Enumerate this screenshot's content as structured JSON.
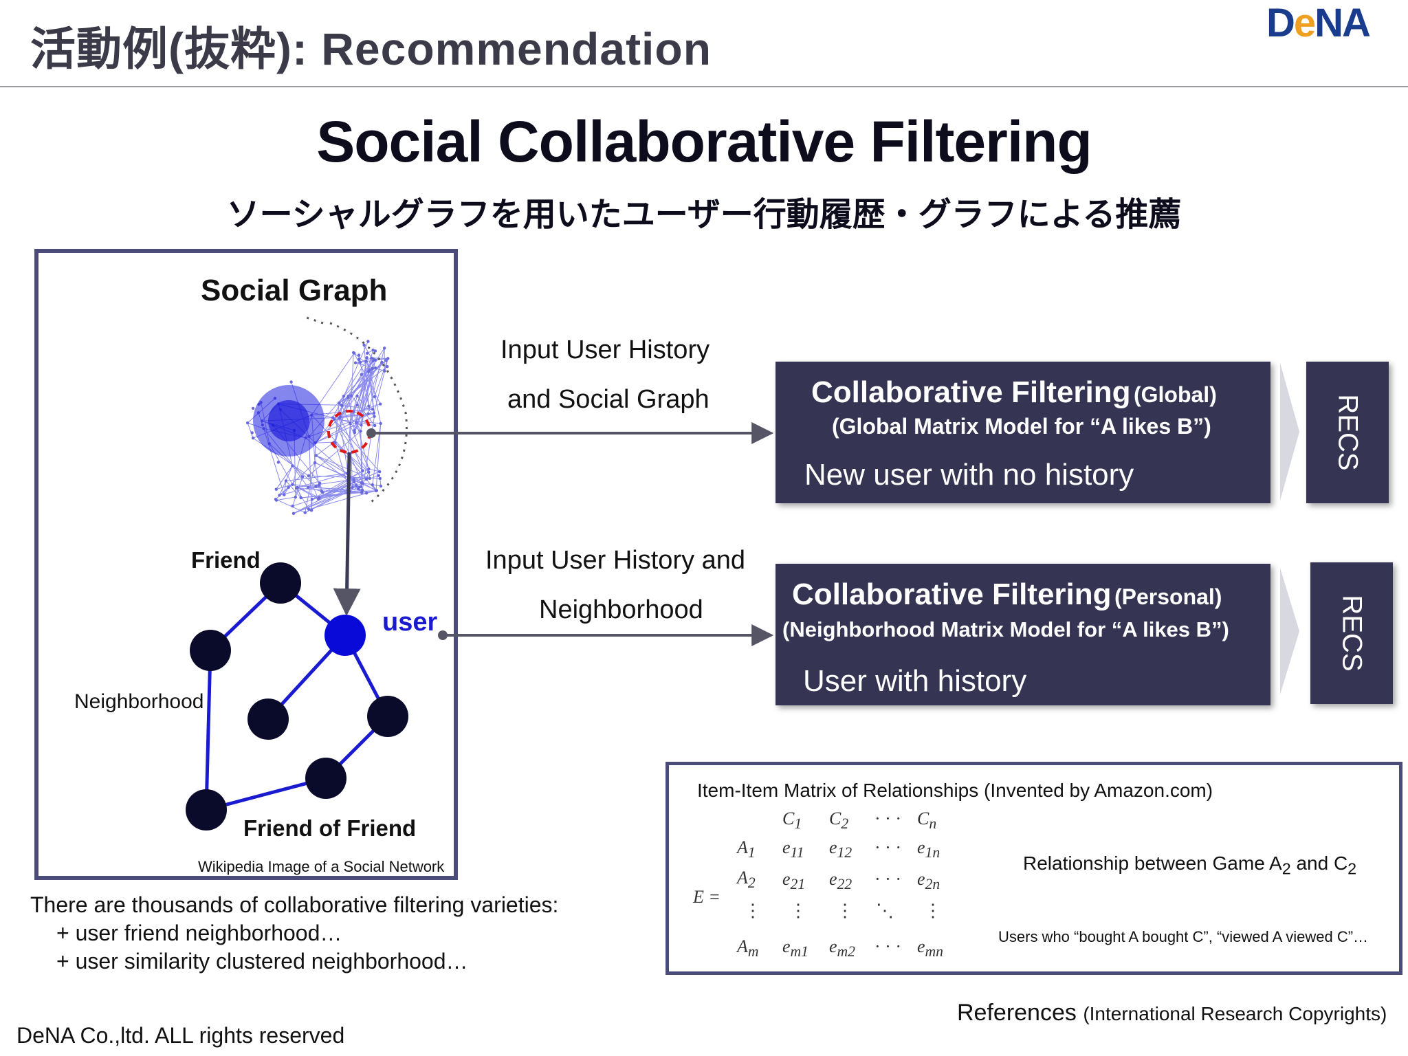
{
  "header": {
    "title": "活動例(抜粋): Recommendation",
    "logo_pre": "D",
    "logo_e": "e",
    "logo_post": "NA",
    "logo_color": "#1a3c8c",
    "logo_accent": "#f0a020"
  },
  "main_title": "Social Collaborative Filtering",
  "subtitle": "ソーシャルグラフを用いたユーザー行動履歴・グラフによる推薦",
  "social_panel": {
    "title": "Social Graph",
    "friend_label": "Friend",
    "user_label": "user",
    "neighborhood_label": "Neighborhood",
    "fof_label": "Friend of Friend",
    "caption": "Wikipedia Image of a Social Network"
  },
  "flow": {
    "input1_line1": "Input User History",
    "input1_line2": "and Social Graph",
    "input2_line1": "Input User History and",
    "input2_line2": "Neighborhood"
  },
  "cf_global": {
    "title": "Collaborative Filtering",
    "tag": "(Global)",
    "subtitle": "(Global Matrix Model for “A likes B”)",
    "desc": "New user with no history",
    "recs": "RECS"
  },
  "cf_personal": {
    "title": "Collaborative Filtering",
    "tag": "(Personal)",
    "subtitle": "(Neighborhood Matrix Model for “A likes B”)",
    "desc": "User with history",
    "recs": "RECS"
  },
  "matrix": {
    "title": "Item-Item Matrix of Relationships (Invented by Amazon.com)",
    "relationship_pre": "Relationship between Game A",
    "relationship_sub1": "2",
    "relationship_mid": " and C",
    "relationship_sub2": "2",
    "users_note": "Users who “bought A bought C”, “viewed A viewed C”…"
  },
  "varieties": {
    "line1": "There are thousands of collaborative filtering varieties:",
    "line2": "+ user friend neighborhood…",
    "line3": "+ user similarity clustered neighborhood…"
  },
  "footer": "DeNA Co.,ltd. ALL rights reserved",
  "references": {
    "main": "References",
    "note": "(International Research Copyrights)"
  },
  "colors": {
    "box": "#353553",
    "border": "#4c4c7a",
    "user_node": "#0a0ad8",
    "node": "#0a0a2a",
    "edge": "#1a1ad0",
    "dashed": "#e01818",
    "arrow": "#555566"
  }
}
